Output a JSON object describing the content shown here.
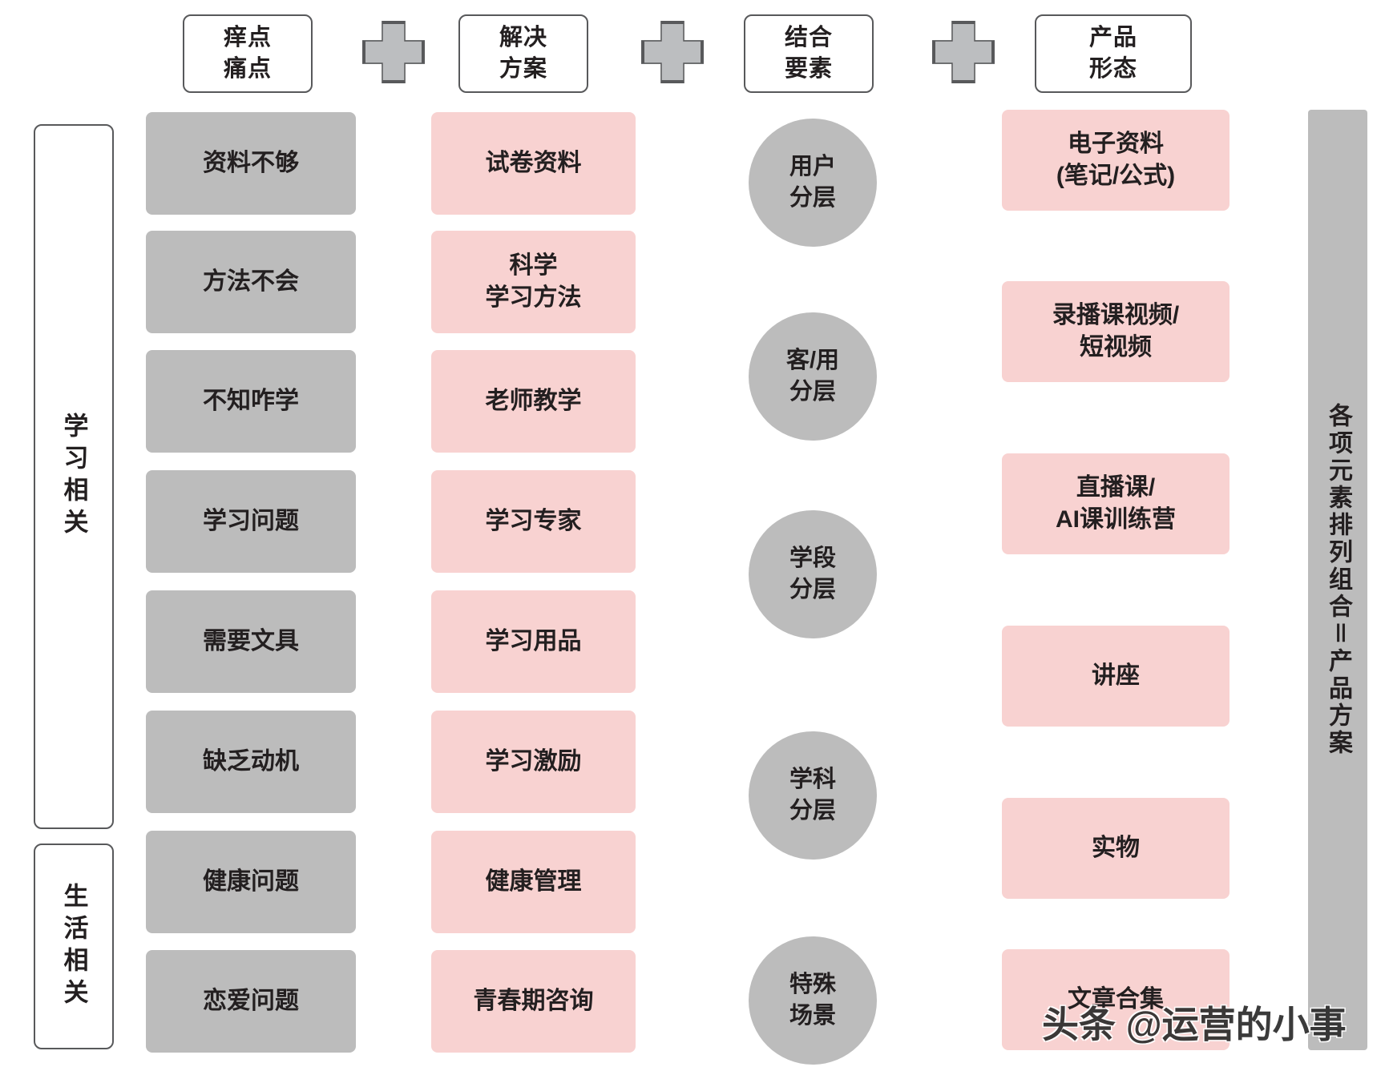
{
  "headers": [
    {
      "lines": [
        "痒点",
        "痛点"
      ],
      "name": "pain-point"
    },
    {
      "lines": [
        "解决",
        "方案"
      ],
      "name": "solution"
    },
    {
      "lines": [
        "结合",
        "要素"
      ],
      "name": "combining-factor"
    },
    {
      "lines": [
        "产品",
        "形态"
      ],
      "name": "product-form"
    }
  ],
  "operators": [
    "+",
    "+",
    "+"
  ],
  "categories": [
    {
      "label": "学习相关"
    },
    {
      "label": "生活相关"
    }
  ],
  "pain_points": [
    {
      "lines": [
        "资料不够"
      ]
    },
    {
      "lines": [
        "方法不会"
      ]
    },
    {
      "lines": [
        "不知咋学"
      ]
    },
    {
      "lines": [
        "学习问题"
      ]
    },
    {
      "lines": [
        "需要文具"
      ]
    },
    {
      "lines": [
        "缺乏动机"
      ]
    },
    {
      "lines": [
        "健康问题"
      ]
    },
    {
      "lines": [
        "恋爱问题"
      ]
    }
  ],
  "solutions": [
    {
      "lines": [
        "试卷资料"
      ]
    },
    {
      "lines": [
        "科学",
        "学习方法"
      ]
    },
    {
      "lines": [
        "老师教学"
      ]
    },
    {
      "lines": [
        "学习专家"
      ]
    },
    {
      "lines": [
        "学习用品"
      ]
    },
    {
      "lines": [
        "学习激励"
      ]
    },
    {
      "lines": [
        "健康管理"
      ]
    },
    {
      "lines": [
        "青春期咨询"
      ]
    }
  ],
  "factors": [
    {
      "lines": [
        "用户",
        "分层"
      ]
    },
    {
      "lines": [
        "客/用",
        "分层"
      ]
    },
    {
      "lines": [
        "学段",
        "分层"
      ]
    },
    {
      "lines": [
        "学科",
        "分层"
      ]
    },
    {
      "lines": [
        "特殊",
        "场景"
      ]
    }
  ],
  "products": [
    {
      "lines": [
        "电子资料",
        "(笔记/公式)"
      ]
    },
    {
      "lines": [
        "录播课视频/",
        "短视频"
      ]
    },
    {
      "lines": [
        "直播课/",
        "AI课训练营"
      ]
    },
    {
      "lines": [
        "讲座"
      ]
    },
    {
      "lines": [
        "实物"
      ]
    },
    {
      "lines": [
        "文章合集"
      ]
    }
  ],
  "summary": {
    "label": "各项元素排列组合＝产品方案"
  },
  "watermark": {
    "text": "头条 @运营的小事"
  },
  "colors": {
    "gray_fill": "#bcbcbc",
    "pink_fill": "#f8d2d1",
    "outline": "#58595b",
    "text": "#231f20",
    "plus_fill": "#bcbec0"
  }
}
